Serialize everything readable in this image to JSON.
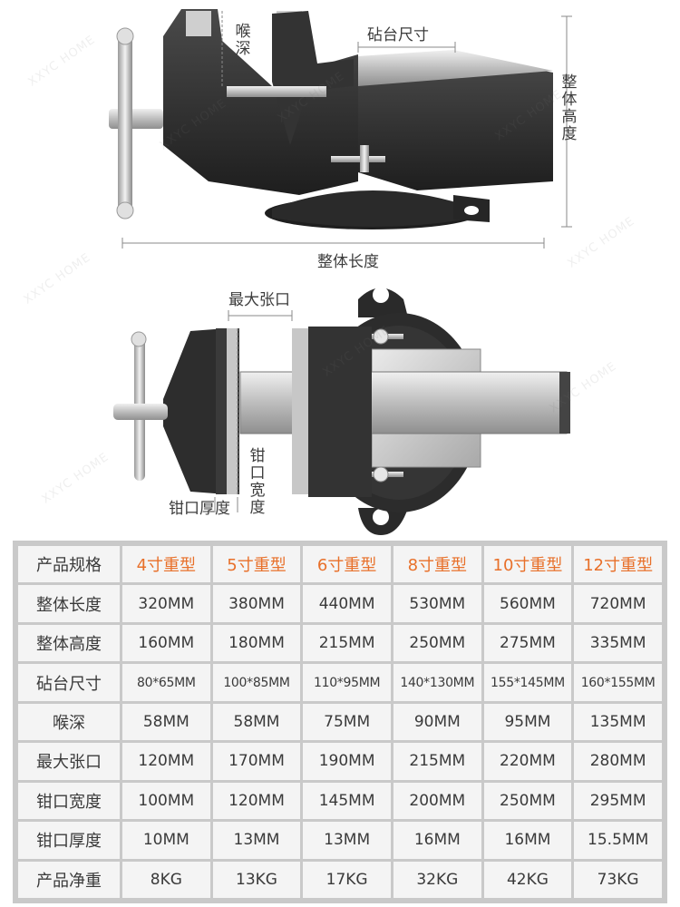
{
  "labels": {
    "throat_depth": "喉深",
    "anvil_size": "砧台尺寸",
    "overall_height": "整体高度",
    "overall_length": "整体长度",
    "max_opening": "最大张口",
    "jaw_width": "钳口宽度",
    "jaw_thickness": "钳口厚度"
  },
  "watermark": "XXYC HOME",
  "colors": {
    "model_text": "#e8702a",
    "table_border": "#c9c9c9",
    "cell_bg": "#f4f4f4",
    "vise_body": "#2e2e2e",
    "steel": "#c8c8c8"
  },
  "table": {
    "header_label": "产品规格",
    "models": [
      "4寸重型",
      "5寸重型",
      "6寸重型",
      "8寸重型",
      "10寸重型",
      "12寸重型"
    ],
    "rows": [
      {
        "label": "整体长度",
        "values": [
          "320MM",
          "380MM",
          "440MM",
          "530MM",
          "560MM",
          "720MM"
        ]
      },
      {
        "label": "整体高度",
        "values": [
          "160MM",
          "180MM",
          "215MM",
          "250MM",
          "275MM",
          "335MM"
        ]
      },
      {
        "label": "砧台尺寸",
        "values": [
          "80*65MM",
          "100*85MM",
          "110*95MM",
          "140*130MM",
          "155*145MM",
          "160*155MM"
        ],
        "small": true
      },
      {
        "label": "喉深",
        "values": [
          "58MM",
          "58MM",
          "75MM",
          "90MM",
          "95MM",
          "135MM"
        ]
      },
      {
        "label": "最大张口",
        "values": [
          "120MM",
          "170MM",
          "190MM",
          "215MM",
          "220MM",
          "280MM"
        ]
      },
      {
        "label": "钳口宽度",
        "values": [
          "100MM",
          "120MM",
          "145MM",
          "200MM",
          "250MM",
          "295MM"
        ]
      },
      {
        "label": "钳口厚度",
        "values": [
          "10MM",
          "13MM",
          "13MM",
          "16MM",
          "16MM",
          "15.5MM"
        ]
      },
      {
        "label": "产品净重",
        "values": [
          "8KG",
          "13KG",
          "17KG",
          "32KG",
          "42KG",
          "73KG"
        ]
      }
    ]
  }
}
